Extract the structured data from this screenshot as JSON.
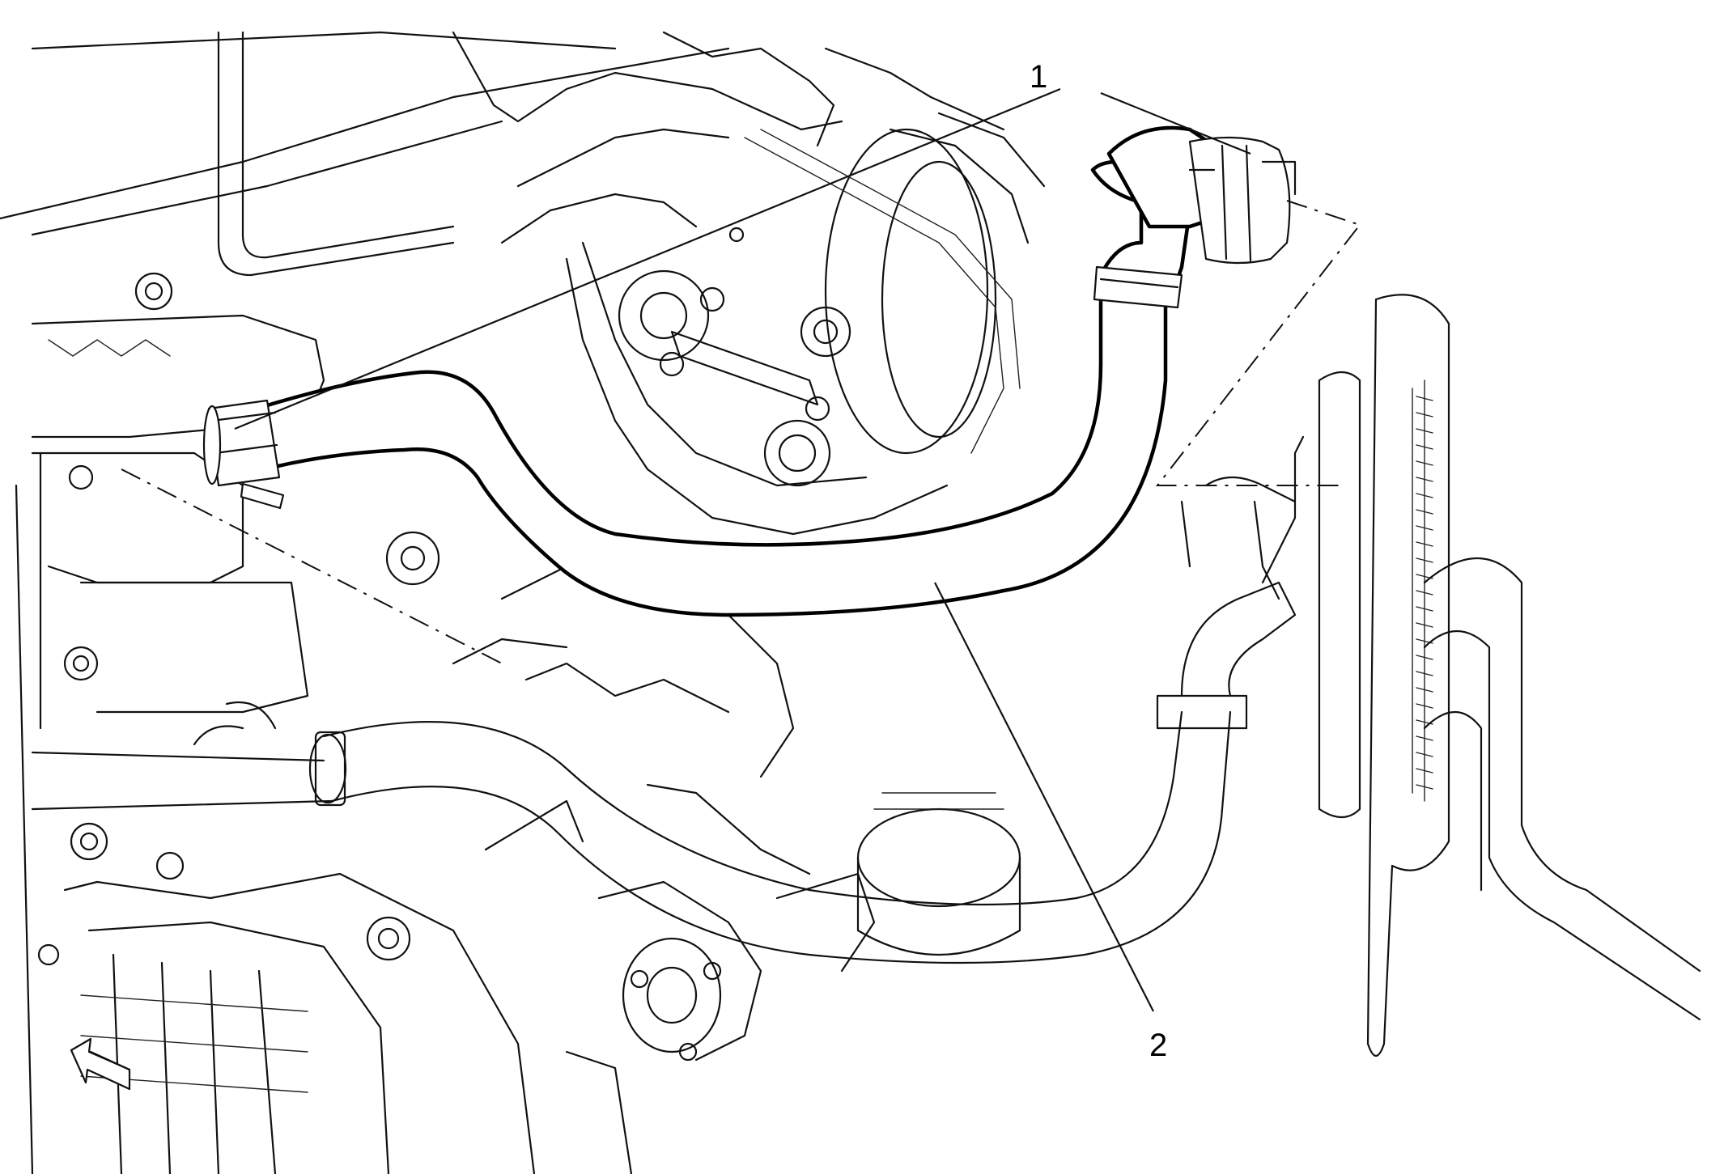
{
  "figure": {
    "callouts": [
      {
        "id": "1",
        "label": "1"
      },
      {
        "id": "2",
        "label": "2"
      }
    ],
    "icons": {
      "view_arrow": "front-view-arrow-icon"
    }
  }
}
